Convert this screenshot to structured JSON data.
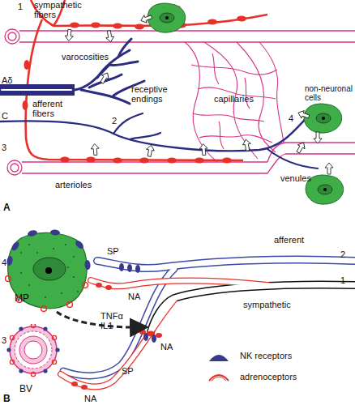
{
  "diagram": {
    "nodes": [
      {
        "text": [
          "MP"
        ]
      },
      {
        "text": [
          "BV"
        ]
      }
    ],
    "labels": [
      "1",
      "sympathetic fibers",
      "varocosities",
      "Aδ",
      "afferent fibers",
      "receptive endings",
      "2",
      "C",
      "3",
      "arterioles",
      "capillaries",
      "non-neuronal cells",
      "4",
      "venules",
      "A",
      "4",
      "SP",
      "afferent",
      "2",
      "NA",
      "TNFα",
      "IL1",
      "sympathetic",
      "1",
      "NA",
      "3",
      "SP",
      "NA",
      "B"
    ],
    "legend": [
      {
        "text": "NK receptors"
      },
      {
        "text": "adrenoceptors"
      }
    ]
  }
}
